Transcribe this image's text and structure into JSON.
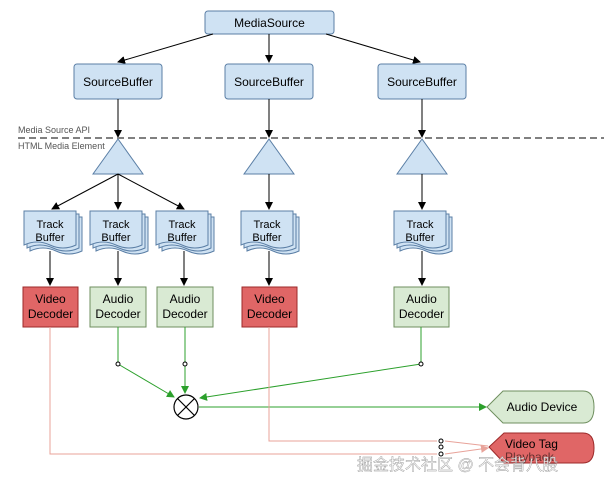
{
  "diagram": {
    "media_source": "MediaSource",
    "source_buffers": [
      "SourceBuffer",
      "SourceBuffer",
      "SourceBuffer"
    ],
    "api_label_top": "Media Source API",
    "api_label_bottom": "HTML Media Element",
    "track_buffers": [
      [
        "Track",
        "Buffer"
      ],
      [
        "Track",
        "Buffer"
      ],
      [
        "Track",
        "Buffer"
      ],
      [
        "Track",
        "Buffer"
      ],
      [
        "Track",
        "Buffer"
      ]
    ],
    "decoders": [
      {
        "line1": "Video",
        "line2": "Decoder",
        "kind": "video"
      },
      {
        "line1": "Audio",
        "line2": "Decoder",
        "kind": "audio"
      },
      {
        "line1": "Audio",
        "line2": "Decoder",
        "kind": "audio"
      },
      {
        "line1": "Video",
        "line2": "Decoder",
        "kind": "video"
      },
      {
        "line1": "Audio",
        "line2": "Decoder",
        "kind": "audio"
      }
    ],
    "audio_device": "Audio Device",
    "video_tag": "Video Tag",
    "video_tag_line2": "Playback",
    "watermark": "掘金技术社区 @ 不会背八股"
  },
  "colors": {
    "blue_fill": "#cfe2f3",
    "blue_stroke": "#5b7fa6",
    "video_fill": "#e06666",
    "video_stroke": "#9c2a2a",
    "audio_fill": "#d9ead3",
    "audio_stroke": "#6f8f5f",
    "green_line": "#2ca02c",
    "red_line": "#e8a39a",
    "dashed": "#808080"
  }
}
